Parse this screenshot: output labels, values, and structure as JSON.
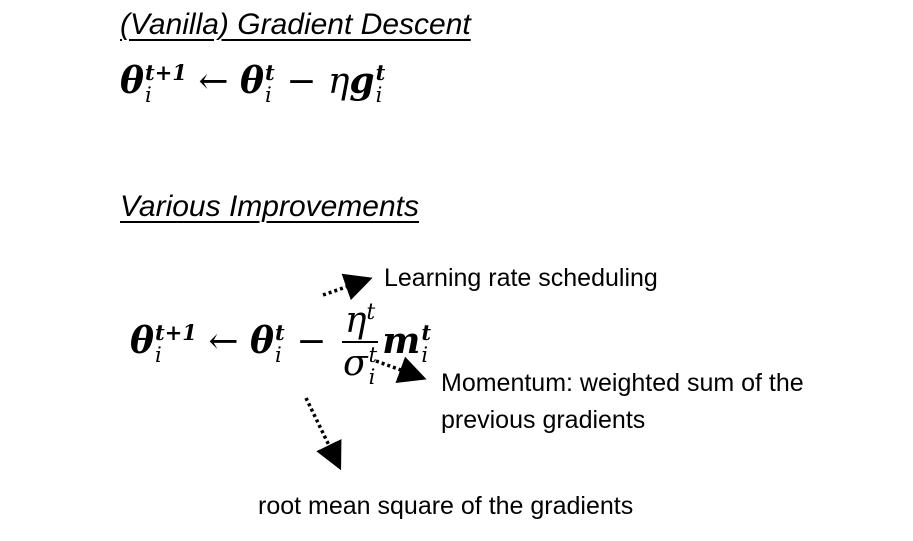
{
  "heading1": "(Vanilla) Gradient Descent",
  "heading2": "Various Improvements",
  "eq1": {
    "theta": "θ",
    "sup_t1": "t+1",
    "sub_i": "i",
    "arrow": "←",
    "theta2": "θ",
    "sup_t": "t",
    "sub_i2": "i",
    "minus": "−",
    "eta": "η",
    "g": "g",
    "sup_t3": "t",
    "sub_i3": "i"
  },
  "eq2": {
    "theta": "θ",
    "sup_t1": "t+1",
    "sub_i": "i",
    "arrow": "←",
    "theta2": "θ",
    "sup_t": "t",
    "sub_i2": "i",
    "minus": "−",
    "eta": "η",
    "eta_sup": "t",
    "sigma": "σ",
    "sigma_sup": "t",
    "sigma_sub": "i",
    "m": "m",
    "m_sup": "t",
    "m_sub": "i"
  },
  "annotations": {
    "lr": "Learning rate scheduling",
    "momentum_line1": "Momentum: weighted sum of the",
    "momentum_line2": "previous gradients",
    "rms": "root mean square of the gradients"
  }
}
